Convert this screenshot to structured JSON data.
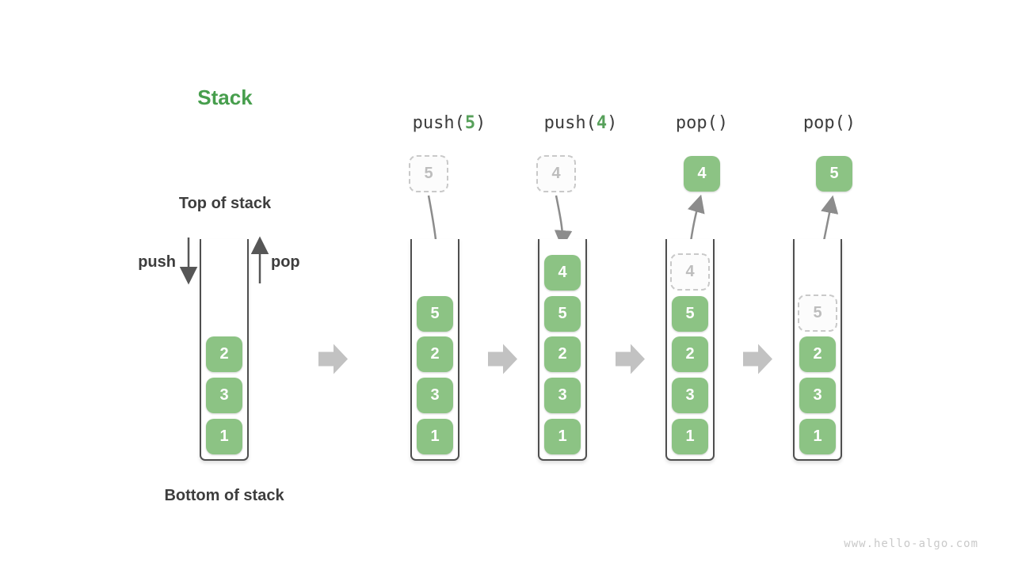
{
  "diagram": {
    "title": "Stack",
    "top_of_stack_label": "Top of stack",
    "bottom_of_stack_label": "Bottom of stack",
    "push_arrow_label": "push",
    "pop_arrow_label": "pop",
    "watermark": "www.hello-algo.com"
  },
  "colors": {
    "title_green": "#479e4d",
    "operand_green": "#57a05a",
    "box_green": "#8cc384",
    "box_text_white": "#ffffff",
    "dashed_border_gray": "#c9c9c9",
    "dashed_text_gray": "#bdbdbd",
    "dark_text": "#3d3d3d",
    "container_wall_gray": "#4f4f4f",
    "flow_arrow_gray": "#c2c2c2",
    "curve_arrow_gray": "#8c8c8c",
    "push_pop_arrow_gray": "#565656"
  },
  "icons": {
    "flow_arrow": "right-block-arrow",
    "push_arrow": "down-arrow",
    "pop_arrow": "up-arrow",
    "push_curve": "curved-down-arrow",
    "pop_curve": "curved-up-arrow"
  },
  "columns": [
    {
      "cells": [
        "2",
        "3",
        "1"
      ]
    },
    {
      "op": {
        "before": "push(",
        "value": "5",
        "after": ")"
      },
      "float": {
        "value": "5",
        "style": "dashed"
      },
      "cells": [
        "5",
        "2",
        "3",
        "1"
      ]
    },
    {
      "op": {
        "before": "push(",
        "value": "4",
        "after": ")"
      },
      "float": {
        "value": "4",
        "style": "dashed"
      },
      "cells": [
        "4",
        "5",
        "2",
        "3",
        "1"
      ]
    },
    {
      "op": {
        "before": "pop(",
        "value": "",
        "after": ")"
      },
      "float": {
        "value": "4",
        "style": "solid"
      },
      "ghost": {
        "value": "4"
      },
      "cells": [
        "5",
        "2",
        "3",
        "1"
      ]
    },
    {
      "op": {
        "before": "pop(",
        "value": "",
        "after": ")"
      },
      "float": {
        "value": "5",
        "style": "solid"
      },
      "ghost": {
        "value": "5"
      },
      "cells": [
        "2",
        "3",
        "1"
      ]
    }
  ]
}
